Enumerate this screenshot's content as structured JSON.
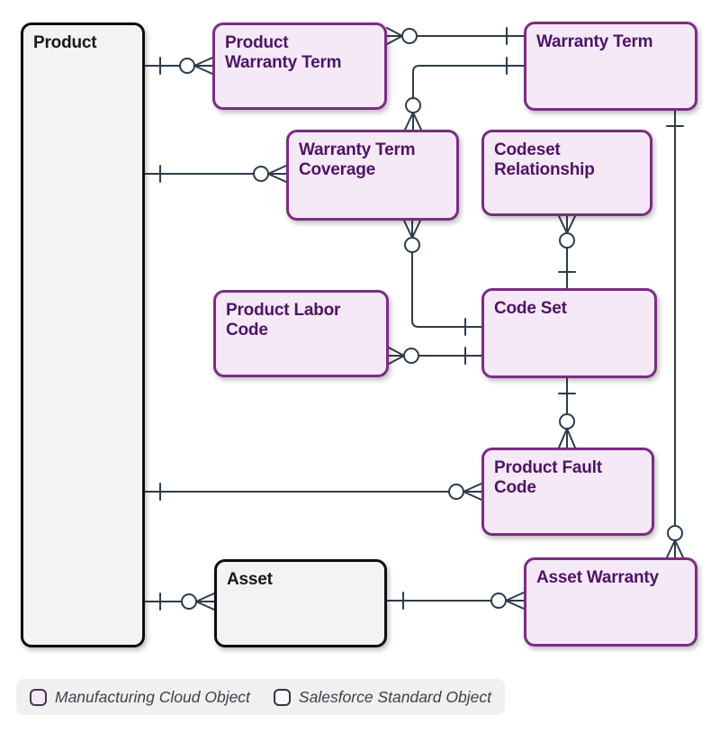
{
  "diagram": {
    "nodes": {
      "product": {
        "label": "Product",
        "type": "standard"
      },
      "product_warranty_term": {
        "label": "Product Warranty Term",
        "type": "manufacturing"
      },
      "warranty_term": {
        "label": "Warranty Term",
        "type": "manufacturing"
      },
      "warranty_term_coverage": {
        "label": "Warranty Term Coverage",
        "type": "manufacturing"
      },
      "codeset_relationship": {
        "label": "Codeset Relationship",
        "type": "manufacturing"
      },
      "product_labor_code": {
        "label": "Product Labor Code",
        "type": "manufacturing"
      },
      "code_set": {
        "label": "Code Set",
        "type": "manufacturing"
      },
      "product_fault_code": {
        "label": "Product Fault Code",
        "type": "manufacturing"
      },
      "asset": {
        "label": "Asset",
        "type": "standard"
      },
      "asset_warranty": {
        "label": "Asset Warranty",
        "type": "manufacturing"
      }
    },
    "relationships": [
      {
        "from": "Product",
        "to": "Product Warranty Term",
        "cardinality": "one-to-zero-or-many"
      },
      {
        "from": "Warranty Term",
        "to": "Product Warranty Term",
        "cardinality": "one-to-zero-or-many"
      },
      {
        "from": "Warranty Term",
        "to": "Warranty Term Coverage",
        "cardinality": "one-to-zero-or-many"
      },
      {
        "from": "Product",
        "to": "Warranty Term Coverage",
        "cardinality": "one-to-zero-or-many"
      },
      {
        "from": "Code Set",
        "to": "Warranty Term Coverage",
        "cardinality": "one-to-zero-or-many"
      },
      {
        "from": "Code Set",
        "to": "Codeset Relationship",
        "cardinality": "one-to-zero-or-many"
      },
      {
        "from": "Code Set",
        "to": "Product Labor Code",
        "cardinality": "one-to-zero-or-many"
      },
      {
        "from": "Code Set",
        "to": "Product Fault Code",
        "cardinality": "one-to-zero-or-many"
      },
      {
        "from": "Product",
        "to": "Product Fault Code",
        "cardinality": "one-to-zero-or-many"
      },
      {
        "from": "Warranty Term",
        "to": "Asset Warranty",
        "cardinality": "one-to-zero-or-many"
      },
      {
        "from": "Product",
        "to": "Asset",
        "cardinality": "one-to-zero-or-many"
      },
      {
        "from": "Asset",
        "to": "Asset Warranty",
        "cardinality": "one-to-zero-or-many"
      }
    ],
    "legend": {
      "items": [
        {
          "label": "Manufacturing Cloud Object",
          "type": "manufacturing"
        },
        {
          "label": "Salesforce Standard Object",
          "type": "standard"
        }
      ]
    },
    "colors": {
      "manufacturing_border": "#7c2c84",
      "manufacturing_fill": "#f5e9f7",
      "manufacturing_text": "#4e1464",
      "standard_border": "#0d0e11",
      "standard_fill": "#f3f3f4",
      "standard_text": "#17181b",
      "connector": "#2e3b49",
      "legend_background": "#f0f0f1"
    }
  }
}
